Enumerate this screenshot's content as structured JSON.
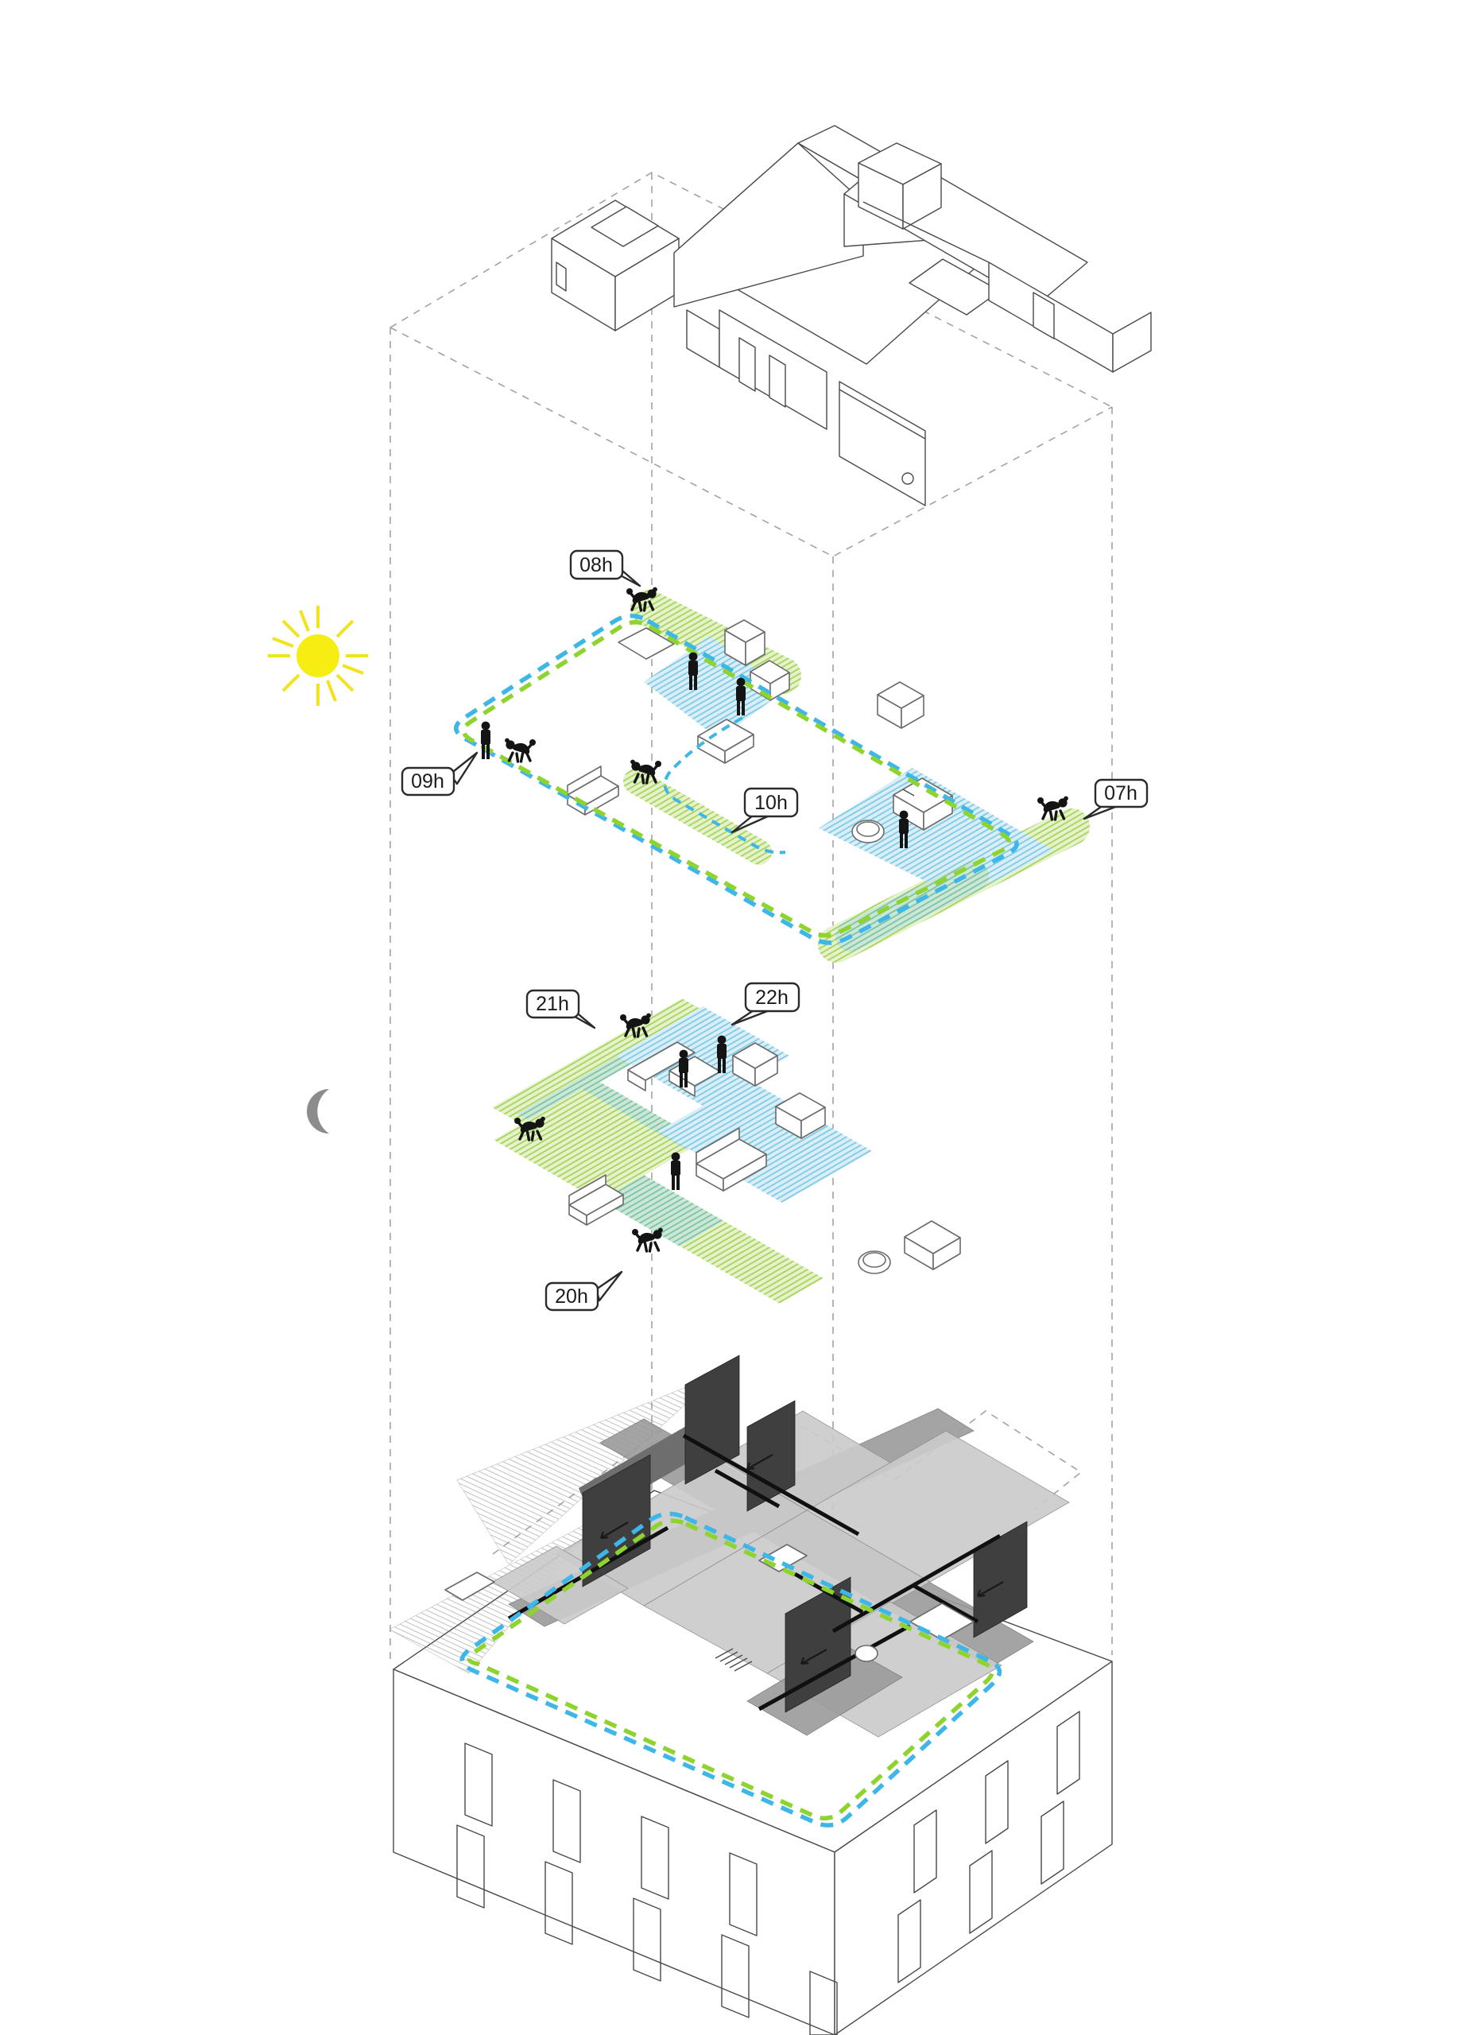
{
  "diagram": {
    "type": "exploded-axonometric-house-routine-diagram",
    "time_labels": {
      "t07": "07h",
      "t08": "08h",
      "t09": "09h",
      "t10": "10h",
      "t20": "20h",
      "t21": "21h",
      "t22": "22h"
    },
    "legend": {
      "day_icon": "sun-icon",
      "night_icon": "moon-icon"
    },
    "colors": {
      "route_blue": "#3eb7e8",
      "route_green": "#8ed32e",
      "area_green_fill": "#e8f3cf",
      "area_green_hatch": "#9fcf54",
      "area_blue_fill": "#d9eef6",
      "area_blue_hatch": "#74c7e3",
      "overlap_teal_fill": "#cfe7da",
      "overlap_teal_hatch": "#74c2a0",
      "sun_yellow": "#f6ee13",
      "moon_gray": "#8c8c8c",
      "guide_gray": "#a3a3a3",
      "figure_black": "#141414"
    },
    "icons": [
      "sun-icon",
      "moon-icon",
      "person-icon",
      "dog-icon"
    ],
    "layers": [
      "roof-volume",
      "daytime-path-layer",
      "nighttime-path-layer",
      "ground-floor-plan"
    ]
  }
}
